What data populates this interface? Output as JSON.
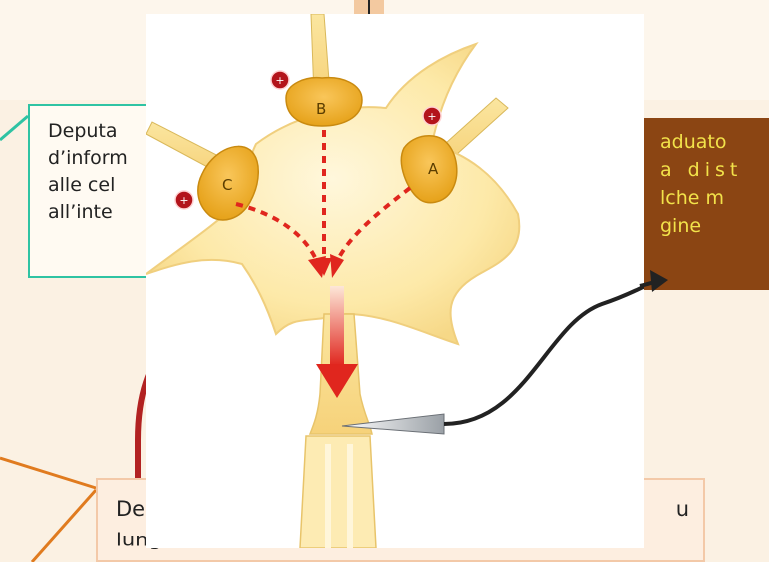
{
  "slide": {
    "left_box": {
      "lines": [
        "Deputa",
        "d’inform",
        "alle cel",
        "all’inte"
      ]
    },
    "right_box": {
      "lines": [
        "aduato",
        "a   dist",
        "lche m",
        "gine"
      ]
    },
    "bottom_box": {
      "line1": "De",
      "line1_tail": "u",
      "line2": "lunghe distanze dell’informazione"
    }
  },
  "diagram": {
    "labels": {
      "b": "B",
      "a": "A",
      "c": "C"
    }
  },
  "colors": {
    "teal_border": "#2fc3a3",
    "brown_box": "#8b4513",
    "yellow_text": "#f2e24a",
    "orange_connector": "#e07b1f",
    "dark_red_shape": "#b22222",
    "arrow_red": "#e0261e"
  }
}
